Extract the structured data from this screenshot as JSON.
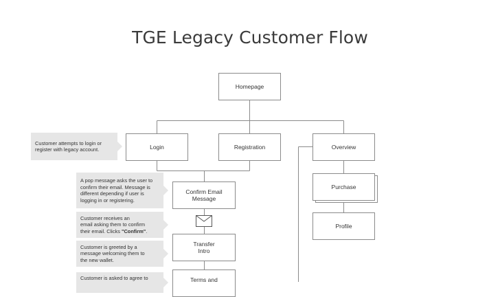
{
  "title": "TGE Legacy Customer Flow",
  "nodes": {
    "homepage": "Homepage",
    "login": "Login",
    "registration": "Registration",
    "overview": "Overview",
    "confirm_email": "Confirm Email\nMessage",
    "transfer_intro": "Transfer\nIntro",
    "terms": "Terms and",
    "purchase": "Purchase",
    "profile": "Profile"
  },
  "notes": {
    "login_note": "Customer attempts to login or\nregister with legacy account.",
    "popup_note": "A pop message asks the user to\nconfirm their email. Message is\ndifferent depending if user is\nlogging in or registering.",
    "email_note": "Customer receives an\nemail asking them to confirm\ntheir email. Clicks ",
    "email_note_bold": "\"Confirm\"",
    "email_note_end": ".",
    "greeting_note": "Customer is greeted by a\nmessage welcoming them to\nthe new wallet.",
    "terms_note": "Customer is asked to agree to"
  },
  "icons": {
    "email": "envelope-icon"
  }
}
